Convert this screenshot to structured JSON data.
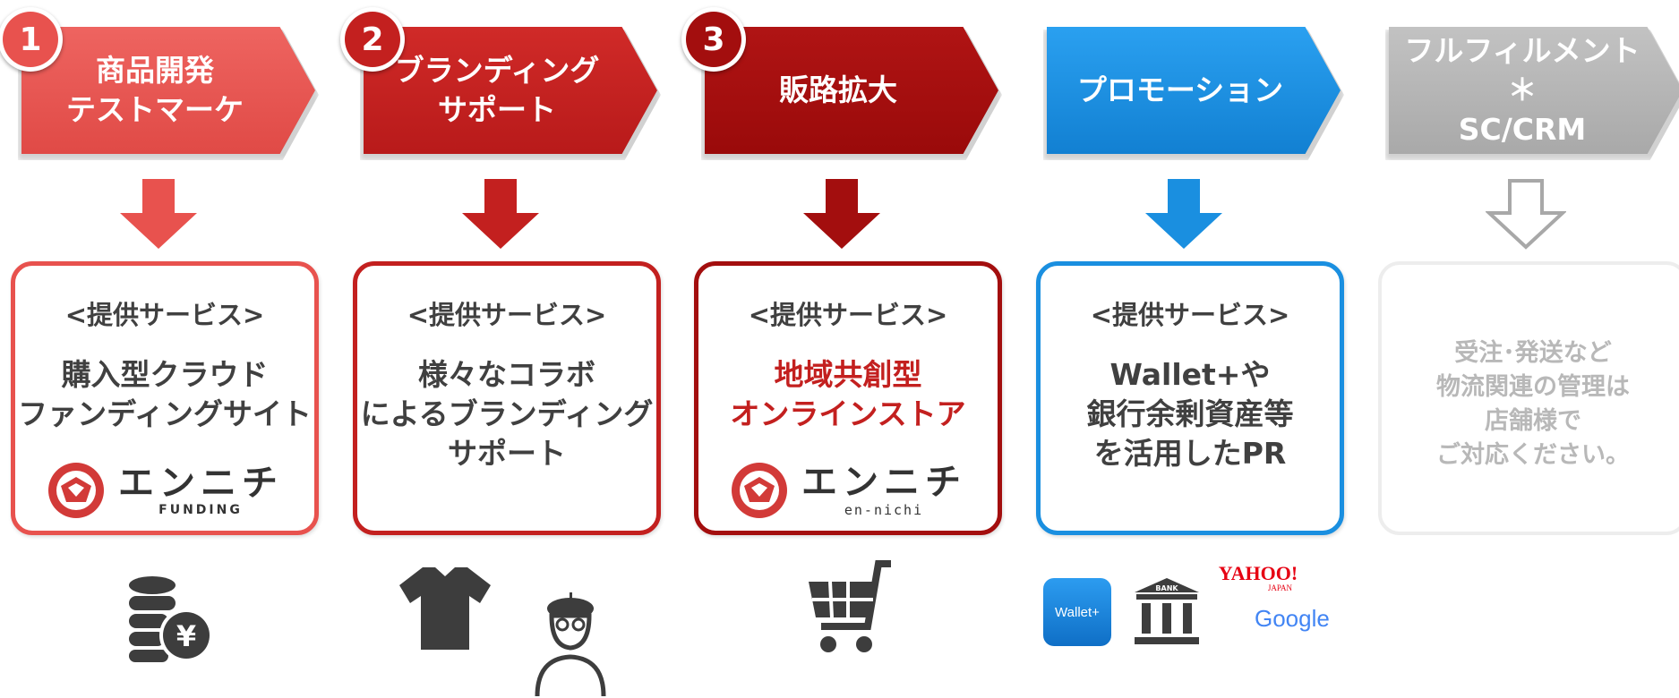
{
  "steps": [
    {
      "number": "1",
      "label": "商品開発\nテストマーケ",
      "color": "#e8524e"
    },
    {
      "number": "2",
      "label": "ブランディング\nサポート",
      "color": "#c3201f"
    },
    {
      "number": "3",
      "label": "販路拡大",
      "color": "#a30e0e"
    },
    {
      "number": "",
      "label": "プロモーション",
      "color": "#1a8fe0"
    },
    {
      "number": "",
      "label": "フルフィルメント ＊\nSC/CRM",
      "color": "#b5b5b5"
    }
  ],
  "boxes": [
    {
      "header": "<提供サービス>",
      "body": "購入型クラウド\nファンディングサイト",
      "brand_name": "エンニチ",
      "brand_sub": "FUNDING"
    },
    {
      "header": "<提供サービス>",
      "body": "様々なコラボ\nによるブランディング\nサポート"
    },
    {
      "header": "<提供サービス>",
      "body": "地域共創型\nオンラインストア",
      "brand_name": "エンニチ",
      "brand_sub": "en-nichi"
    },
    {
      "header": "<提供サービス>",
      "body": "Wallet+や\n銀行余剰資産等\nを活用したPR"
    },
    {
      "body": "受注･発送など\n物流関連の管理は\n店舗様で\nご対応ください。"
    }
  ],
  "icons": {
    "yen_symbol": "¥",
    "wallet_label": "Wallet+",
    "bank_label": "BANK",
    "yahoo_label": "YAHOO!",
    "yahoo_sub": "JAPAN",
    "google_label": "Google"
  },
  "colors": {
    "red_light": "#e8524e",
    "red_mid": "#c3201f",
    "red_dark": "#a30e0e",
    "blue": "#1a8fe0",
    "gray": "#b5b5b5",
    "text_dark": "#404040",
    "text_gray": "#b8b8b8"
  }
}
